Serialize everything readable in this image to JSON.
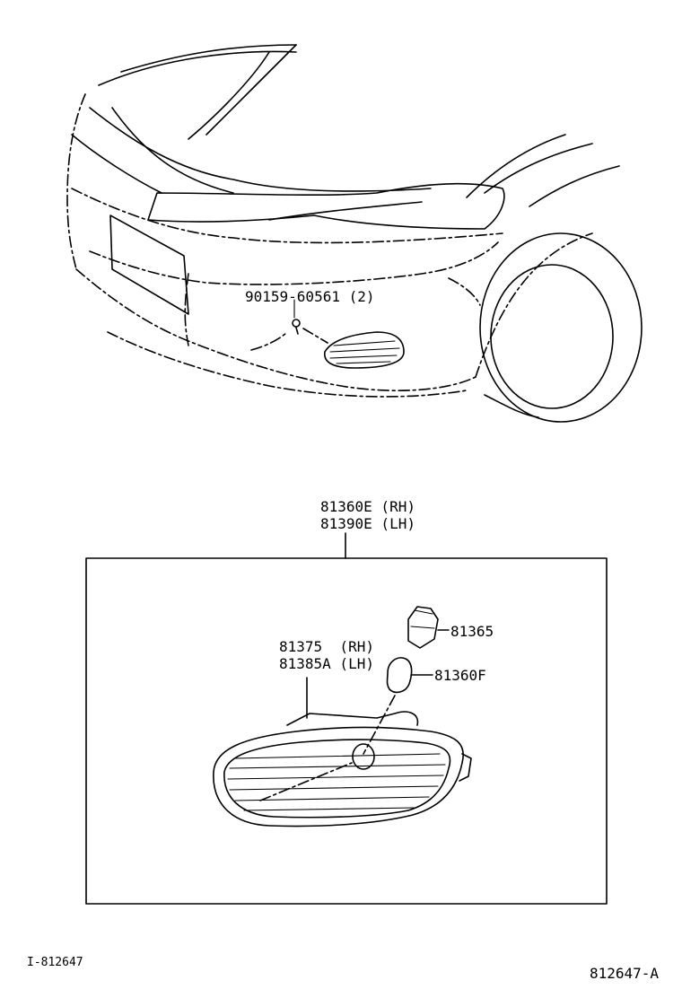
{
  "diagram": {
    "callouts": {
      "bolt": "90159-60561 (2)",
      "assembly_rh": "81360E (RH)",
      "assembly_lh": "81390E (LH)",
      "socket": "81365",
      "bulb": "81360F",
      "lens_rh": "81375  (RH)",
      "lens_lh": "81385A (LH)"
    },
    "footer": {
      "left_code": "I-812647",
      "right_code": "812647-A"
    }
  }
}
